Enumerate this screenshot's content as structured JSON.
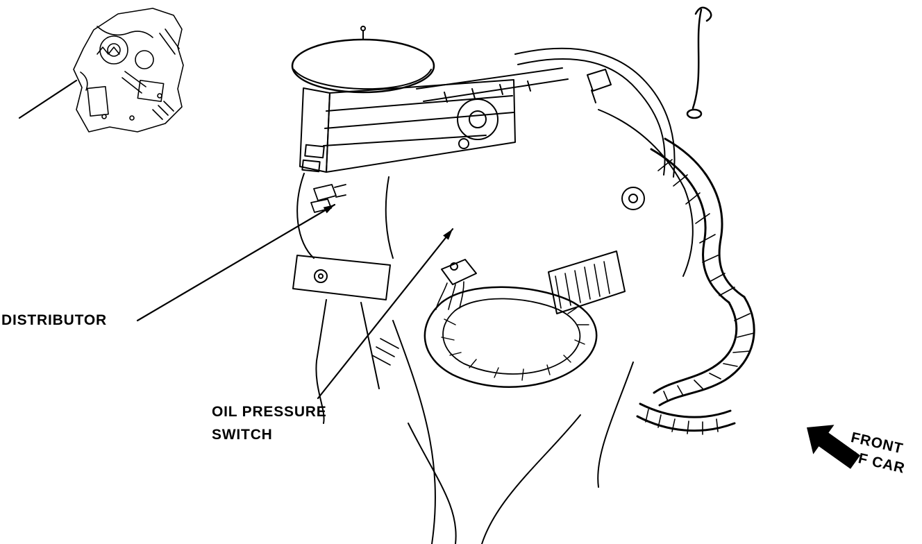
{
  "page": {
    "background_color": "#ffffff",
    "line_color": "#000000",
    "description": "Service-manual line-art diagram of engine showing distributor and oil pressure switch locations"
  },
  "labels": {
    "distributor": "DISTRIBUTOR",
    "oil_pressure_switch": {
      "line1": "OIL PRESSURE",
      "line2": "SWITCH"
    },
    "front_of_car": {
      "line1": "FRONT",
      "line2": "OF CAR"
    }
  },
  "icons": {
    "front_of_car_arrow": "solid arrow pointing up-left toward front of car"
  }
}
